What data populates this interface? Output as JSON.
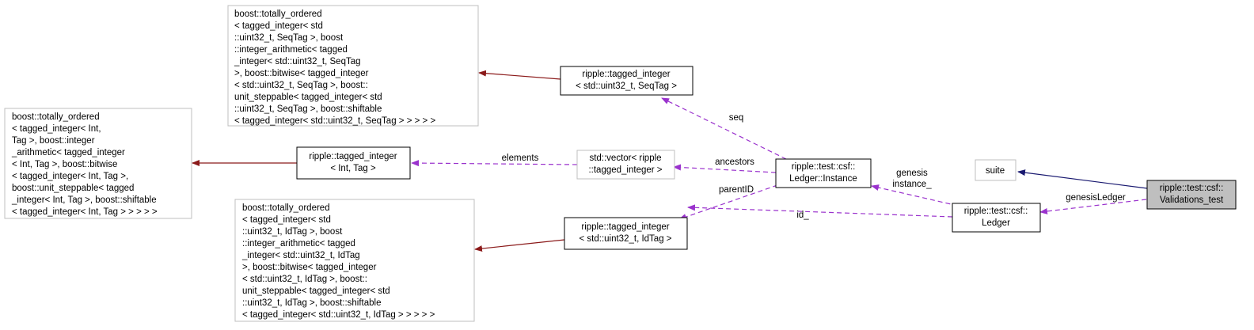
{
  "nodes": {
    "validations_test": {
      "lines": [
        "ripple::test::csf::",
        "Validations_test"
      ]
    },
    "suite": {
      "lines": [
        "suite"
      ]
    },
    "csf_ledger": {
      "lines": [
        "ripple::test::csf::",
        "Ledger"
      ]
    },
    "ledger_instance": {
      "lines": [
        "ripple::test::csf::",
        "Ledger::Instance"
      ]
    },
    "tagged_int_seq": {
      "lines": [
        "ripple::tagged_integer",
        "< std::uint32_t, SeqTag >"
      ]
    },
    "vector_tagged": {
      "lines": [
        "std::vector< ripple",
        "::tagged_integer >"
      ]
    },
    "tagged_int_tag": {
      "lines": [
        "ripple::tagged_integer",
        "< Int, Tag >"
      ]
    },
    "tagged_int_id": {
      "lines": [
        "ripple::tagged_integer",
        "< std::uint32_t, IdTag >"
      ]
    },
    "boost_seq": {
      "lines": [
        "boost::totally_ordered",
        "< tagged_integer< std",
        "::uint32_t, SeqTag >, boost",
        "::integer_arithmetic< tagged",
        "_integer< std::uint32_t, SeqTag",
        " >, boost::bitwise< tagged_integer",
        "< std::uint32_t, SeqTag >, boost::",
        "unit_steppable< tagged_integer< std",
        "::uint32_t, SeqTag >, boost::shiftable",
        "< tagged_integer< std::uint32_t, SeqTag > > > > >"
      ]
    },
    "boost_int": {
      "lines": [
        "boost::totally_ordered",
        "< tagged_integer< Int,",
        " Tag >, boost::integer",
        "_arithmetic< tagged_integer",
        "< Int, Tag >, boost::bitwise",
        "< tagged_integer< Int, Tag >,",
        " boost::unit_steppable< tagged",
        "_integer< Int, Tag >, boost::shiftable",
        "< tagged_integer< Int, Tag > > > > >"
      ]
    },
    "boost_id": {
      "lines": [
        "boost::totally_ordered",
        "< tagged_integer< std",
        "::uint32_t, IdTag >, boost",
        "::integer_arithmetic< tagged",
        "_integer< std::uint32_t, IdTag",
        " >, boost::bitwise< tagged_integer",
        "< std::uint32_t, IdTag >, boost::",
        "unit_steppable< tagged_integer< std",
        "::uint32_t, IdTag >, boost::shiftable",
        "< tagged_integer< std::uint32_t, IdTag > > > > >"
      ]
    }
  },
  "edge_labels": {
    "genesis_ledger": "genesisLedger",
    "genesis_instance": [
      "genesis",
      "instance_"
    ],
    "id": "id_",
    "parent_id": "parentID",
    "seq": "seq",
    "ancestors": "ancestors",
    "elements": "elements"
  },
  "colors": {
    "inheritance_public": "#191970",
    "inheritance_template": "#8b1a1a",
    "usage": "#9a32cd",
    "node_highlight_fill": "#bfbfbf",
    "node_border_strong": "#000000",
    "node_border_light": "#bfbfbf"
  }
}
